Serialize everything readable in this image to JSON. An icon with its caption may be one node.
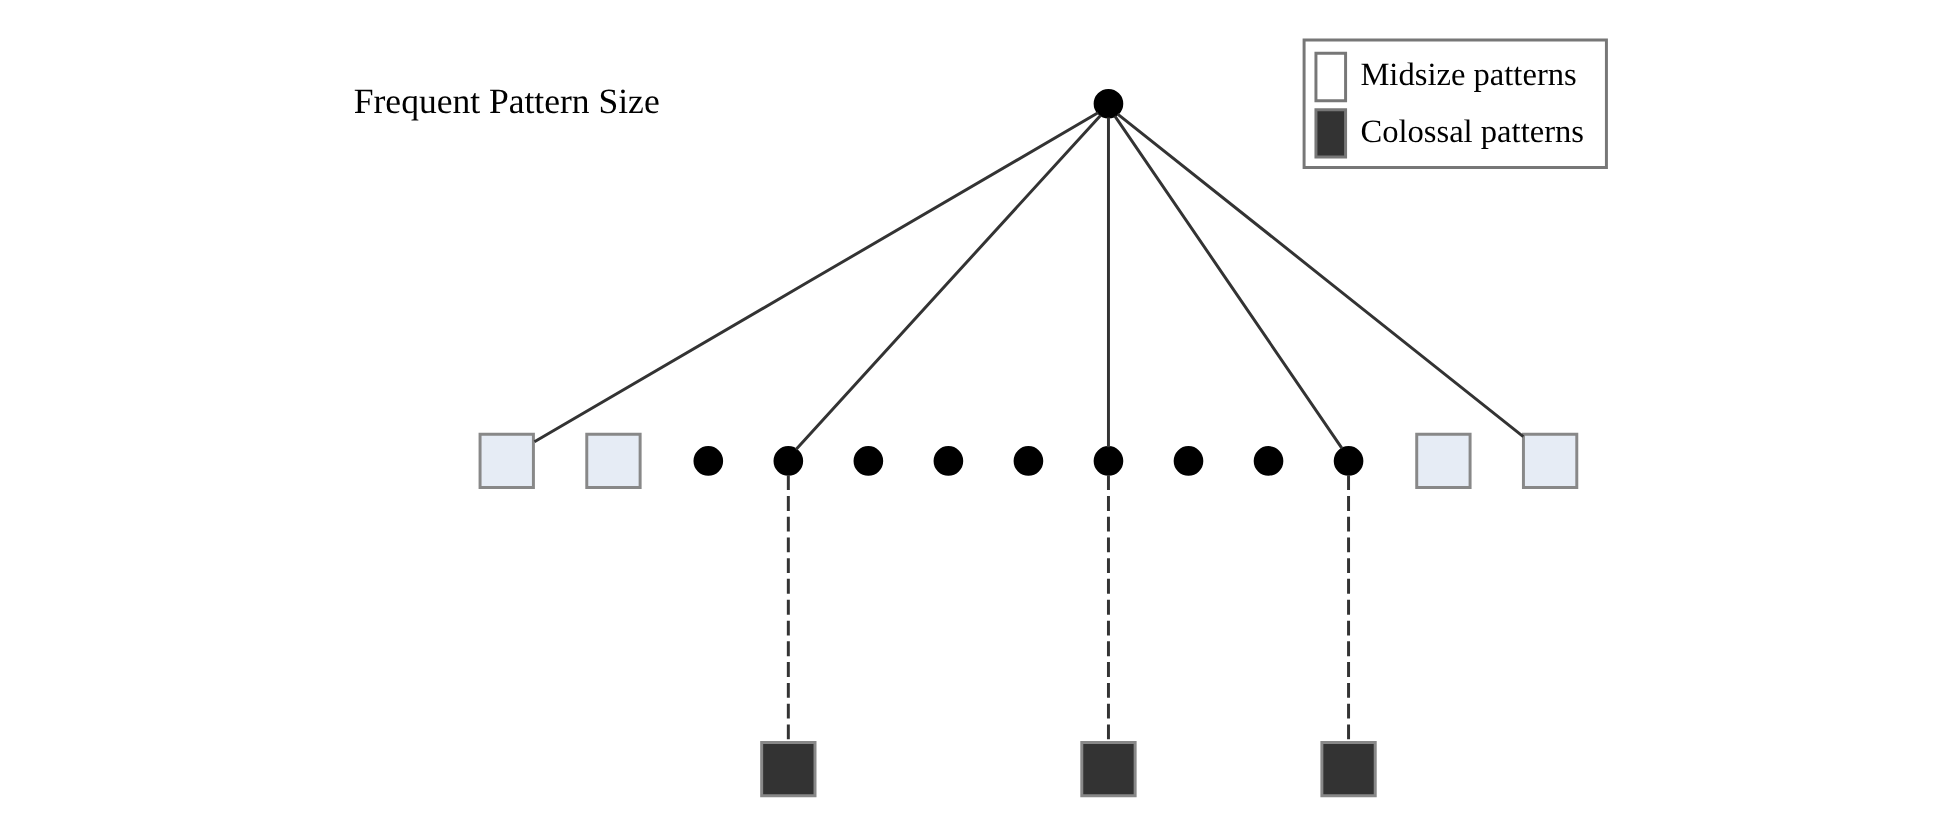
{
  "diagram": {
    "nodes": [
      {
        "text": [],
        "shape": "circle"
      },
      {
        "text": [],
        "shape": "box"
      },
      {
        "text": [],
        "shape": "box"
      },
      {
        "text": [],
        "shape": "circle"
      },
      {
        "text": [],
        "shape": "circle"
      },
      {
        "text": [],
        "shape": "circle"
      },
      {
        "text": [],
        "shape": "circle"
      },
      {
        "text": [],
        "shape": "circle"
      },
      {
        "text": [],
        "shape": "circle"
      },
      {
        "text": [],
        "shape": "circle"
      },
      {
        "text": [],
        "shape": "circle"
      },
      {
        "text": [],
        "shape": "circle"
      },
      {
        "text": [],
        "shape": "box"
      },
      {
        "text": [],
        "shape": "box"
      },
      {
        "text": [],
        "shape": "box"
      },
      {
        "text": [],
        "shape": "box"
      },
      {
        "text": [],
        "shape": "box"
      }
    ],
    "edges": [
      {
        "from": 0,
        "to": 1,
        "arrow": "none"
      },
      {
        "from": 0,
        "to": 4,
        "arrow": "none"
      },
      {
        "from": 0,
        "to": 8,
        "arrow": "none"
      },
      {
        "from": 0,
        "to": 11,
        "arrow": "none"
      },
      {
        "from": 0,
        "to": 13,
        "arrow": "none"
      },
      {
        "from": 4,
        "to": 14,
        "arrow": "none",
        "style": "dashed"
      },
      {
        "from": 8,
        "to": 15,
        "arrow": "none",
        "style": "dashed"
      },
      {
        "from": 11,
        "to": 16,
        "arrow": "none",
        "style": "dashed"
      }
    ],
    "labels": [
      "Frequent Pattern Size"
    ],
    "legend": [
      {
        "text": "Midsize patterns",
        "color": "#ffffff"
      },
      {
        "text": "Colossal patterns",
        "color": "#333333"
      }
    ]
  }
}
